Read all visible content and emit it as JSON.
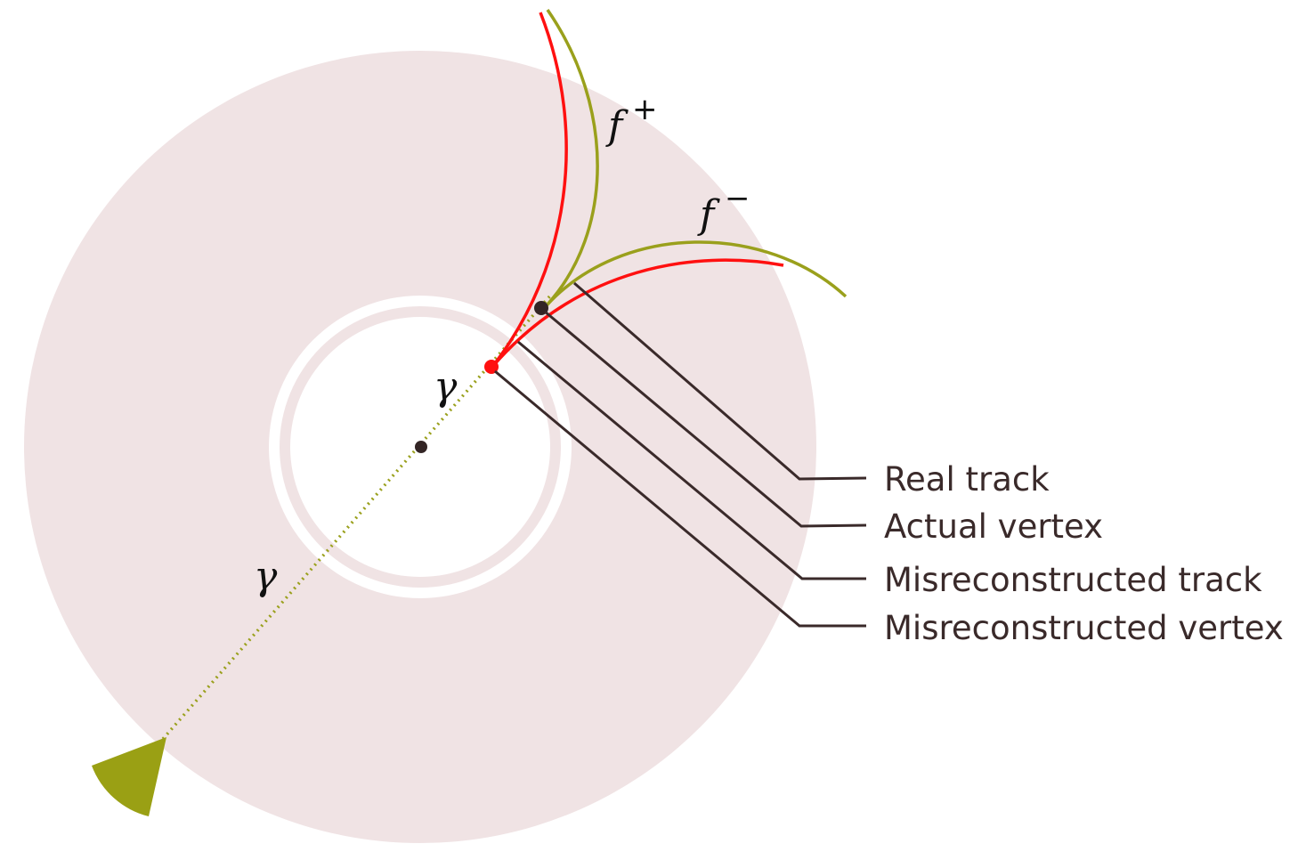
{
  "labels": {
    "real_track": "Real track",
    "actual_vertex": "Actual vertex",
    "misreconstructed_track": "Misreconstructed track",
    "misreconstructed_vertex": "Misreconstructed vertex"
  },
  "symbols": {
    "gamma": "γ",
    "f": "f",
    "plus": "+",
    "minus": "−"
  },
  "colors": {
    "detector": "#f0e3e4",
    "real_track": "#9aa01c",
    "misreconstructed_track": "#ff1010",
    "vertex": "#332525",
    "leader": "#3a2a2a",
    "source": "#9aa014"
  }
}
